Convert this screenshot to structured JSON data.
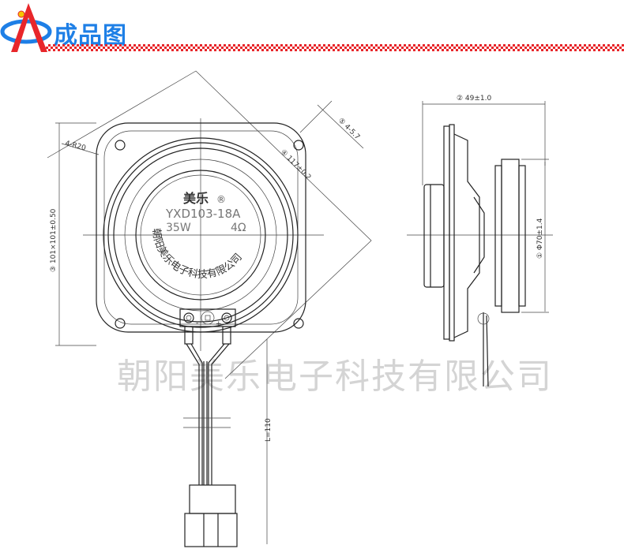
{
  "header": {
    "title": "成品图"
  },
  "front_view": {
    "brand": "美乐",
    "registered_mark": "®",
    "model": "YXD103-18A",
    "power": "35W",
    "impedance": "4Ω",
    "company_ring_text": "朝阳美乐电子科技有限公司",
    "terminal_minus": "-",
    "terminal_plus": "+"
  },
  "dimensions": {
    "corner_radius": "4-R20",
    "mount_holes": "⑤ 4-5.7",
    "hole_pitch": "④ 117±0.2",
    "frame_size": "③ 101×101±0.50",
    "depth": "② 49±1.0",
    "magnet_diameter": "① Φ70±1.4",
    "lead_length": "L=110"
  },
  "watermark": "朝阳美乐电子科技有限公司",
  "colors": {
    "logo_blue": "#1e7fe6",
    "logo_red": "#e8262a"
  }
}
